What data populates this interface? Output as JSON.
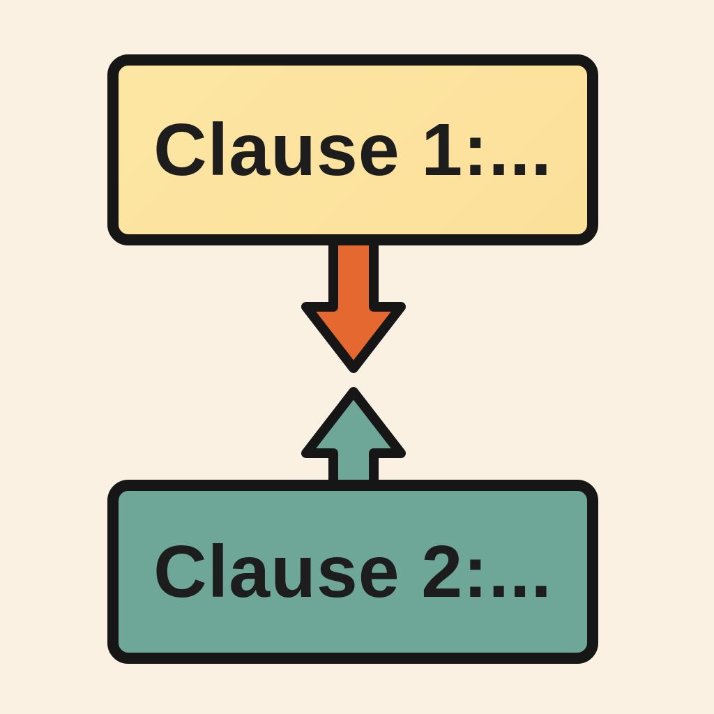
{
  "diagram": {
    "background_color": "#fbf1e3",
    "clauses": [
      {
        "label": "Clause 1:...",
        "fill_color": "#fce3a0"
      },
      {
        "label": "Clause 2:...",
        "fill_color": "#6ea697"
      }
    ],
    "arrows": [
      {
        "direction": "down",
        "from": "Clause 1:...",
        "color": "#e4682f"
      },
      {
        "direction": "up",
        "from": "Clause 2:...",
        "color": "#6ea697"
      }
    ]
  }
}
